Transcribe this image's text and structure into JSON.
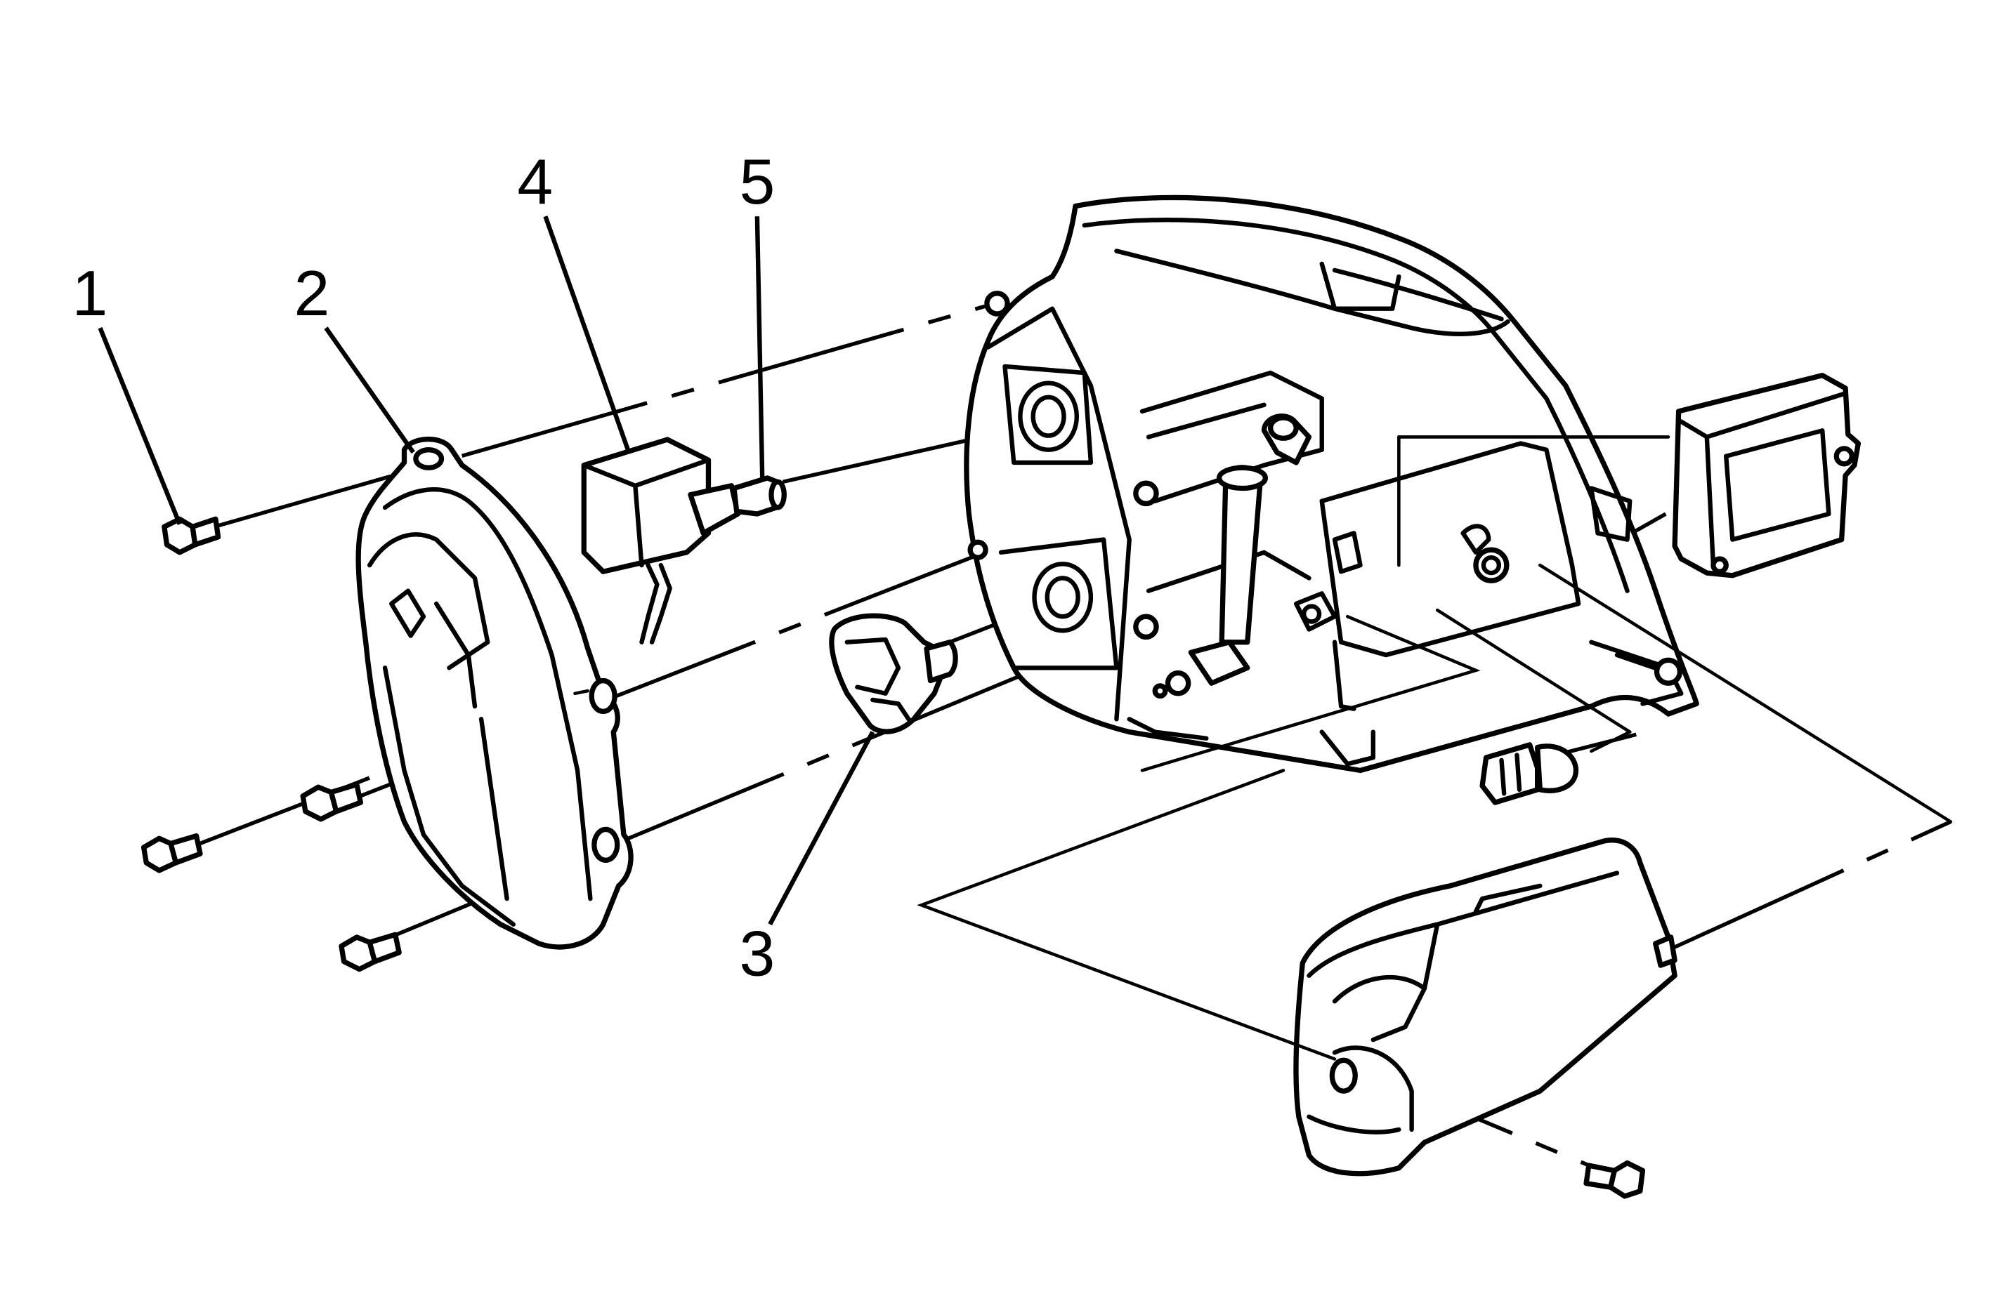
{
  "diagram": {
    "colors": {
      "line": "#000000",
      "background": "#ffffff"
    },
    "callouts": [
      {
        "id": "1",
        "label": "1"
      },
      {
        "id": "2",
        "label": "2"
      },
      {
        "id": "3",
        "label": "3"
      },
      {
        "id": "4",
        "label": "4"
      },
      {
        "id": "5",
        "label": "5"
      }
    ]
  }
}
